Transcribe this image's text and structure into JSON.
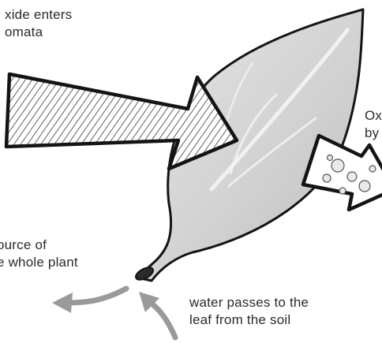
{
  "labels": {
    "co2_line1": "xide enters",
    "co2_line2": "omata",
    "oxygen_line1": "Ox",
    "oxygen_line2": "by",
    "glucose_line1": "ource of",
    "glucose_line2": "e whole plant",
    "water_line1": "water passes to the",
    "water_line2": "leaf from the soil"
  },
  "icons": {
    "co2_arrow": "hatched-arrow-icon",
    "oxygen_arrow": "bubble-arrow-icon",
    "glucose_arrow": "curved-arrow-icon",
    "water_arrow": "curved-arrow-icon",
    "leaf": "leaf-icon"
  },
  "colors": {
    "outline": "#141414",
    "leaf_fill": "#d6d6d6",
    "leaf_highlight": "#f4f4f4",
    "arrow_gray": "#9a9a9a",
    "text": "#2b2b2b"
  }
}
